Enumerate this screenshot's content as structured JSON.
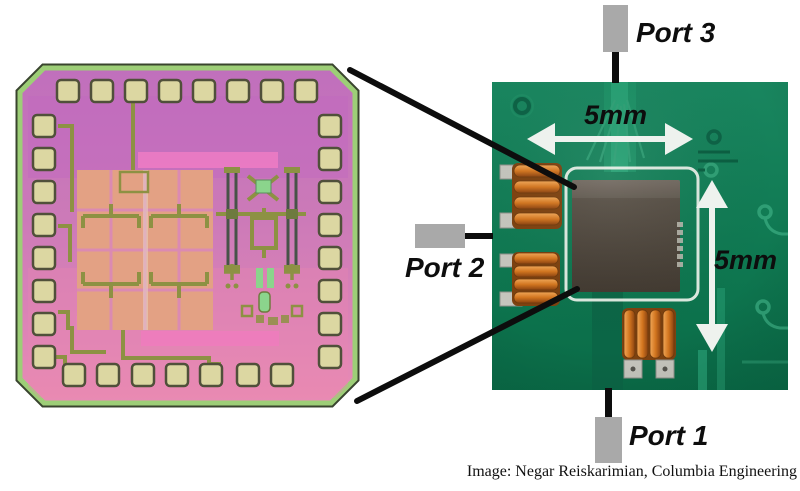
{
  "figure": {
    "caption": "Image: Negar Reiskarimian, Columbia Engineering",
    "labels": {
      "port1": "Port 1",
      "port2": "Port 2",
      "port3": "Port 3",
      "chip_width": "5mm",
      "chip_height": "5mm"
    },
    "colors": {
      "pcb_green": "#0e7a53",
      "die_pink": "#cf7fba",
      "copper_coil": "#cd7522",
      "connector_gray": "#a9a9a9",
      "chip_body": "#4e463c",
      "annotation_black": "#0d0d0d",
      "dimension_arrow_white": "#eef2ee"
    }
  }
}
